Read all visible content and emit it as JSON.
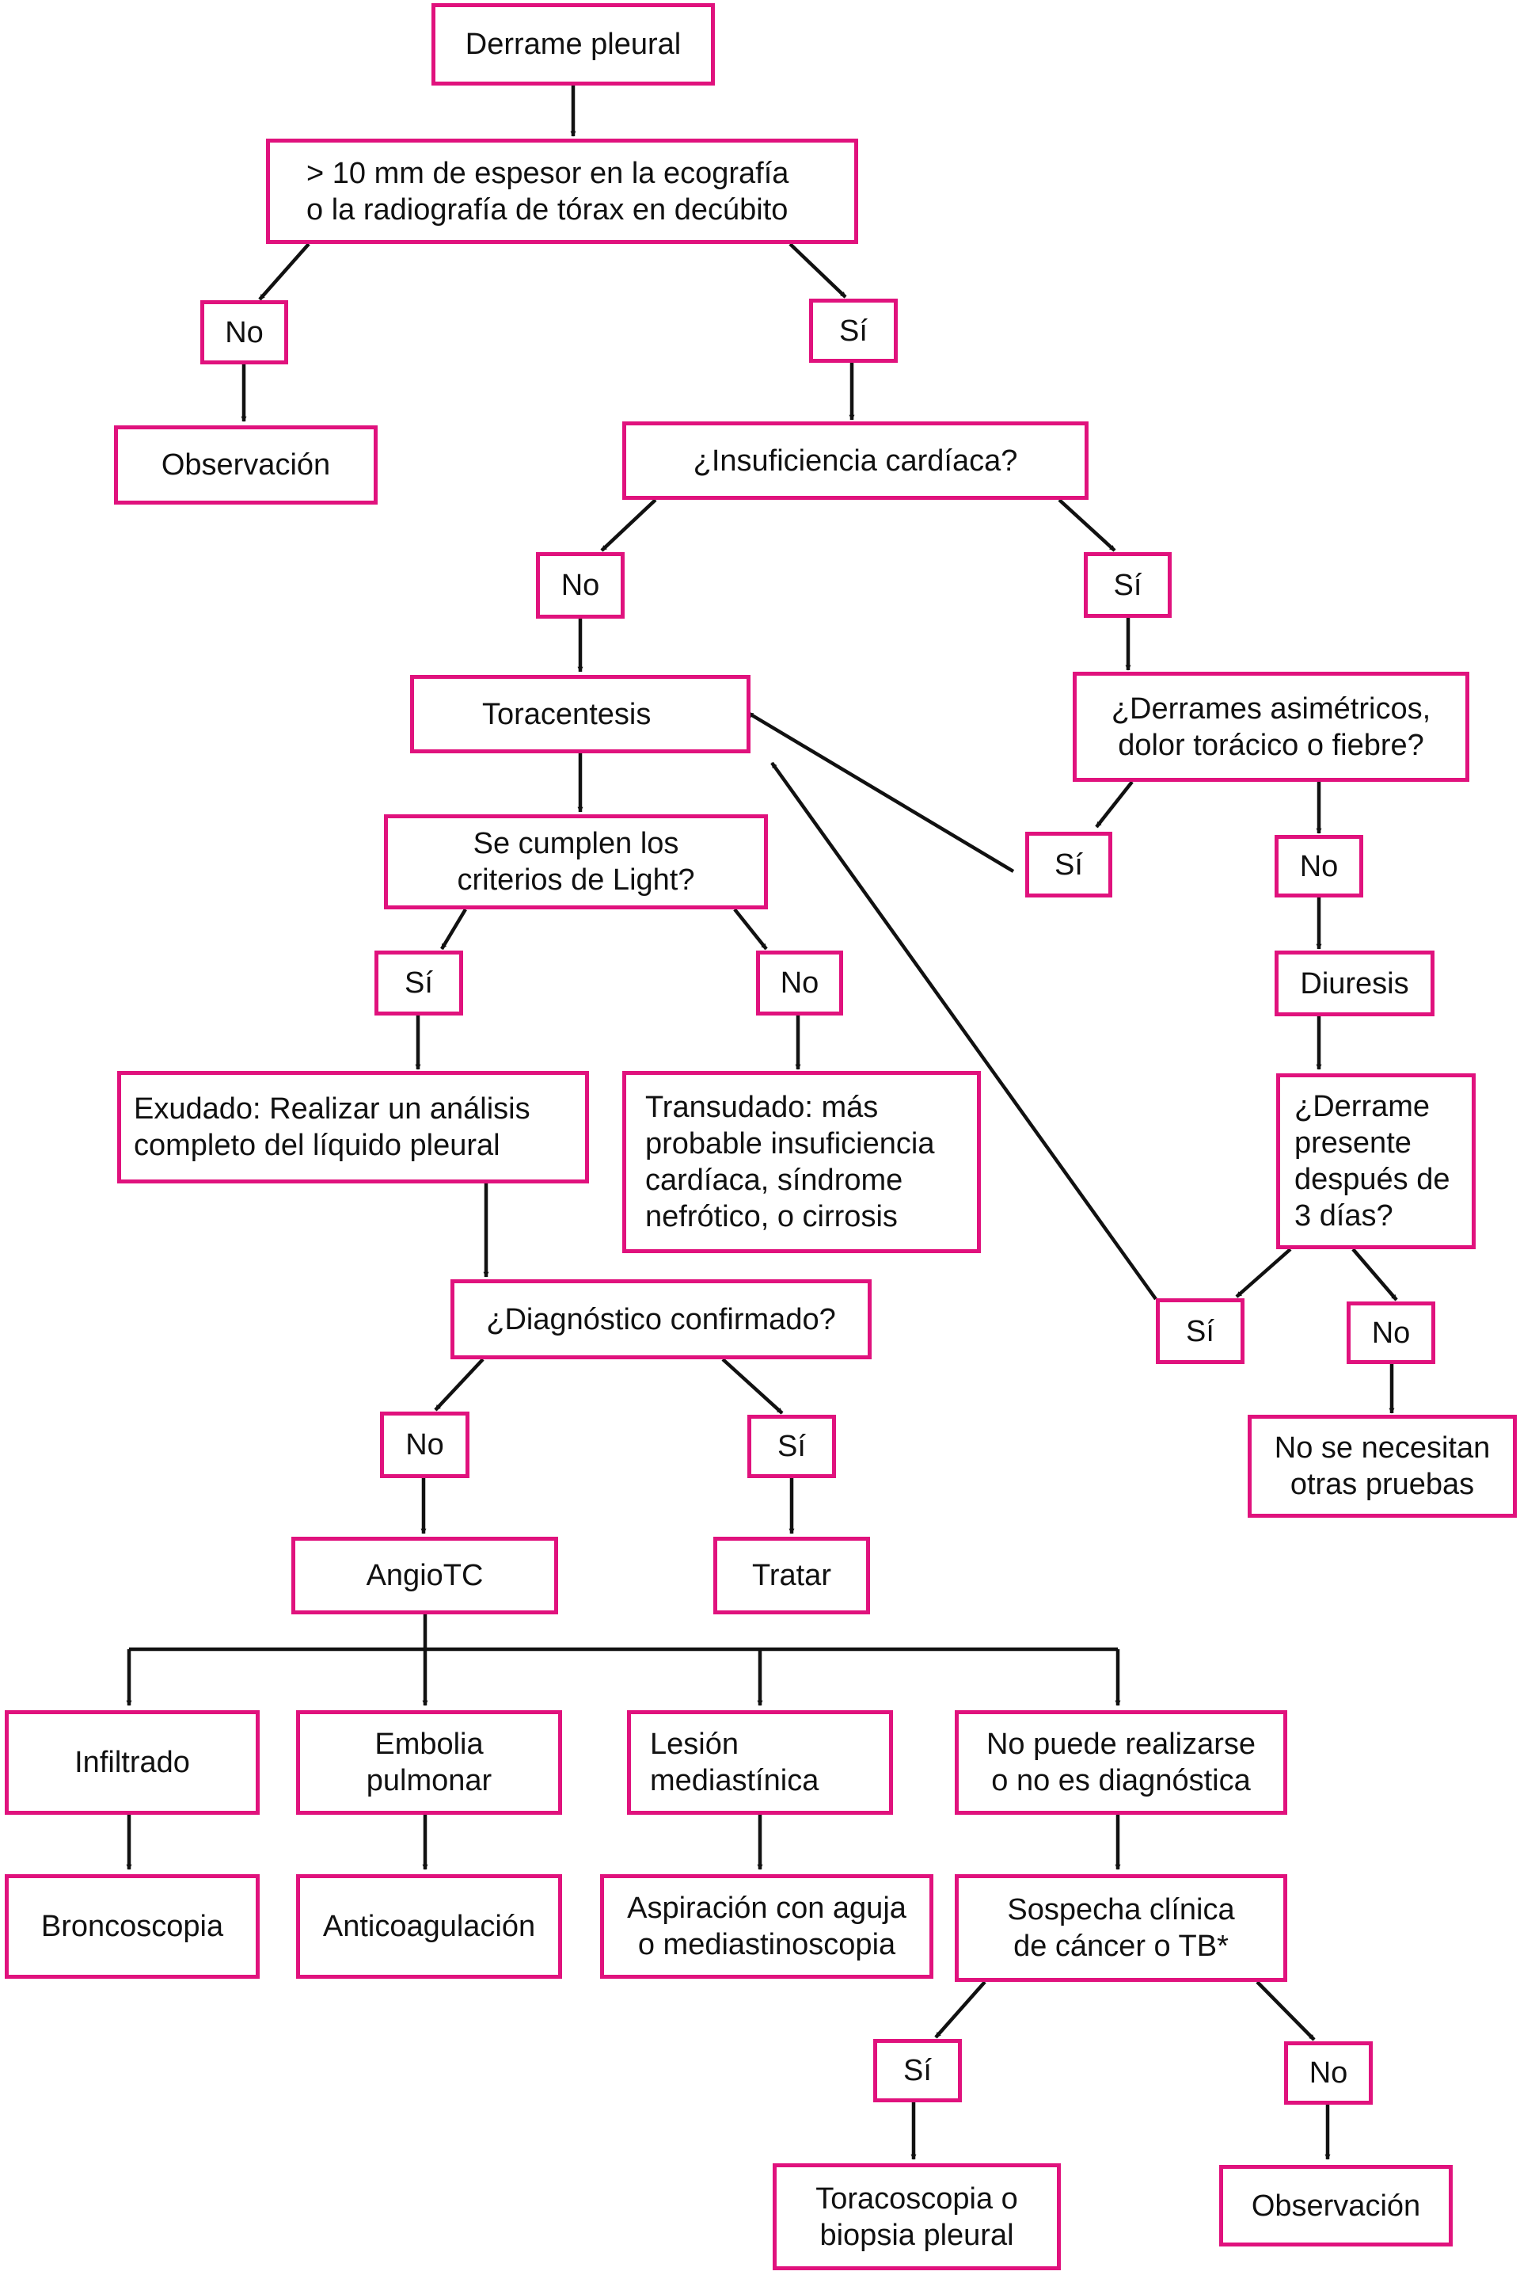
{
  "title": "",
  "colors": {
    "border": "#e0127d",
    "line": "#111111",
    "text": "#111111"
  },
  "nodes": {
    "derrame": "Derrame pleural",
    "espesor": "> 10 mm de espesor en la ecografía\no la radiografía de tórax en decúbito",
    "no1": "No",
    "si1": "Sí",
    "observacion1": "Observación",
    "insuf": "¿Insuficiencia cardíaca?",
    "no2": "No",
    "si2": "Sí",
    "toracentesis": "Toracentesis",
    "asim": "¿Derrames asimétricos,\ndolor torácico o fiebre?",
    "si3": "Sí",
    "no3": "No",
    "light": "Se cumplen los\ncriterios de Light?",
    "diuresis": "Diuresis",
    "si4": "Sí",
    "no4": "No",
    "exudado": "Exudado: Realizar un análisis\ncompleto del líquido pleural",
    "transudado": "Transudado: más\nprobable insuficiencia\ncardíaca, síndrome\nnefrótico, o cirrosis",
    "derrame3": "¿Derrame\npresente\ndespués de\n3 días?",
    "diag": "¿Diagnóstico confirmado?",
    "si5": "Sí",
    "no5": "No",
    "no6": "No",
    "si6": "Sí",
    "no_pruebas": "No se necesitan\notras pruebas",
    "angiotc": "AngioTC",
    "tratar": "Tratar",
    "infiltrado": "Infiltrado",
    "embolia": "Embolia\npulmonar",
    "lesion": "Lesión\nmediastínica",
    "no_puede": "No puede realizarse\no no es diagnóstica",
    "broncoscopia": "Broncoscopia",
    "anticoagulacion": "Anticoagulación",
    "aspiracion": "Aspiración con aguja\no mediastinoscopia",
    "sospecha": "Sospecha clínica\nde cáncer o TB*",
    "si7": "Sí",
    "no7": "No",
    "toracoscopia": "Toracoscopia o\nbiopsia pleural",
    "observacion2": "Observación"
  }
}
